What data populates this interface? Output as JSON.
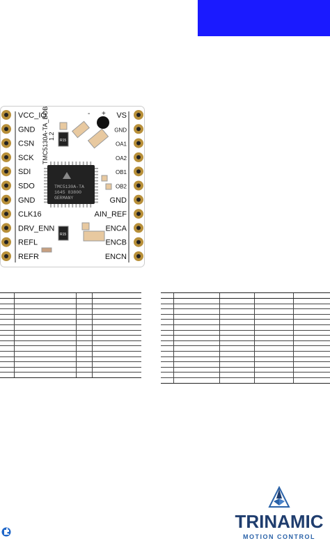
{
  "colors": {
    "header_blue": "#1a1aff",
    "logo_navy": "#1f3d6e",
    "logo_blue": "#2a62a8"
  },
  "board": {
    "left_pins": [
      "VCC_IO",
      "GND",
      "CSN",
      "SCK",
      "SDI",
      "SDO",
      "GND",
      "CLK16",
      "DRV_ENN",
      "REFL",
      "REFR"
    ],
    "right_pins": [
      "VS",
      "GND",
      "OA1",
      "OA2",
      "OB1",
      "OB2",
      "GND",
      "AIN_REF",
      "ENCA",
      "ENCB",
      "ENCN"
    ],
    "board_label": "TMC5130A-TA_BOB",
    "version": "1.2",
    "chip_line1": "TMC5130A-TA",
    "chip_line2": "1645 83800",
    "chip_line3": "GERMANY",
    "resistor_label": "R15",
    "polarity_minus": "-",
    "polarity_plus": "+"
  },
  "logo": {
    "name": "TRINAMIC",
    "tagline": "MOTION CONTROL",
    "icon": "trinamic-triangle-icon"
  },
  "corner_icon": "puzzle-logo-icon"
}
